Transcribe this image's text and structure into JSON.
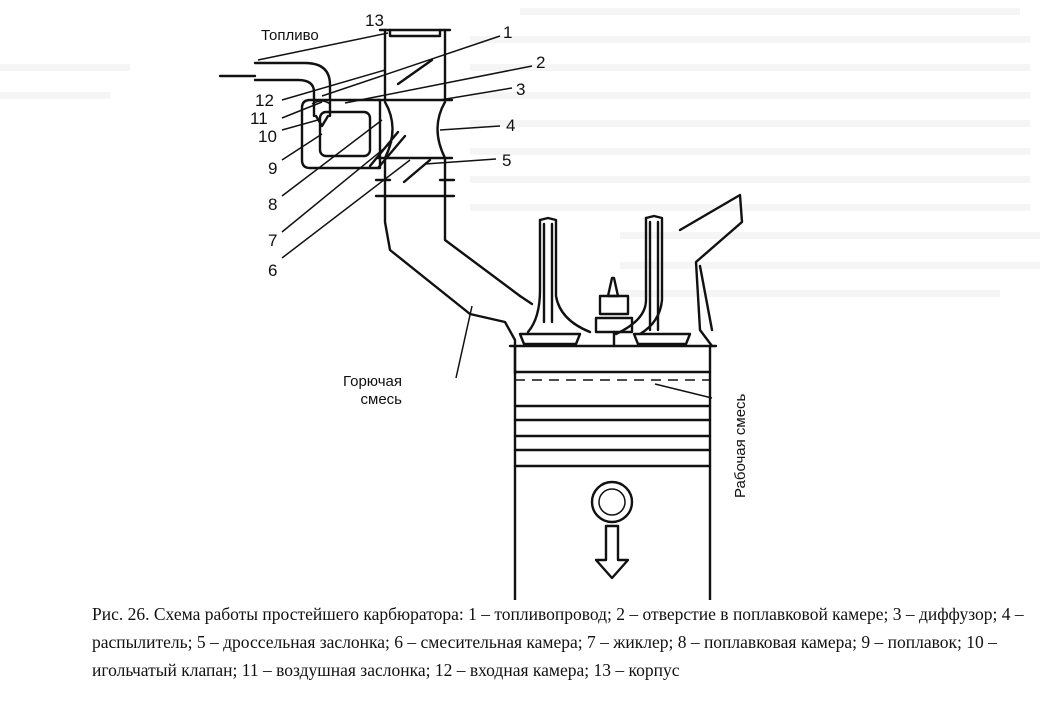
{
  "labels": {
    "fuel": "Топливо",
    "combustible_mixture": [
      "Горючая",
      "смесь"
    ],
    "working_mixture": "Рабочая смесь"
  },
  "callouts": {
    "n1": "1",
    "n2": "2",
    "n3": "3",
    "n4": "4",
    "n5": "5",
    "n6": "6",
    "n7": "7",
    "n8": "8",
    "n9": "9",
    "n10": "10",
    "n11": "11",
    "n12": "12",
    "n13": "13"
  },
  "caption": "Рис. 26. Схема работы простейшего карбюратора: 1 – топливопровод; 2 – отверстие в поплавковой камере; 3 – диффузор; 4 – распылитель; 5 – дроссельная заслонка; 6 – смесительная камера; 7 – жиклер; 8 – поплавковая камера; 9 – поплавок; 10 – игольчатый клапан; 11 – воздушная заслонка; 12 – входная камера; 13 – корпус"
}
